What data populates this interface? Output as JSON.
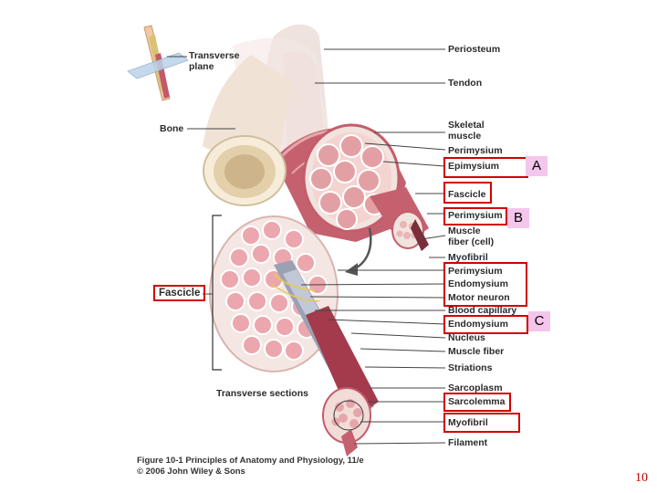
{
  "labels": {
    "transverse_plane": "Transverse\nplane",
    "bone": "Bone",
    "fascicle_left": "Fascicle",
    "transverse_sections": "Transverse sections",
    "periosteum": "Periosteum",
    "tendon": "Tendon",
    "skeletal_muscle": "Skeletal\nmuscle",
    "perimysium_1": "Perimysium",
    "epimysium": "Epimysium",
    "fascicle_right": "Fascicle",
    "perimysium_2": "Perimysium",
    "muscle_fiber_cell": "Muscle\nfiber (cell)",
    "myofibril_1": "Myofibril",
    "perimysium_3": "Perimysium",
    "endomysium_1": "Endomysium",
    "motor_neuron": "Motor neuron",
    "blood_capillary": "Blood capillary",
    "endomysium_2": "Endomysium",
    "nucleus": "Nucleus",
    "muscle_fiber": "Muscle fiber",
    "striations": "Striations",
    "sarcoplasm": "Sarcoplasm",
    "sarcolemma": "Sarcolemma",
    "myofibril_2": "Myofibril",
    "filament": "Filament"
  },
  "tags": {
    "a": "A",
    "b": "B",
    "c": "C"
  },
  "caption": {
    "line1": "Figure 10-1  Principles of Anatomy and Physiology, 11/e",
    "line2": "© 2006 John Wiley & Sons"
  },
  "page_number": "10",
  "colors": {
    "highlight_box": "#d00000",
    "tag_bg": "#f4c6ec",
    "page_number": "#c00000"
  }
}
